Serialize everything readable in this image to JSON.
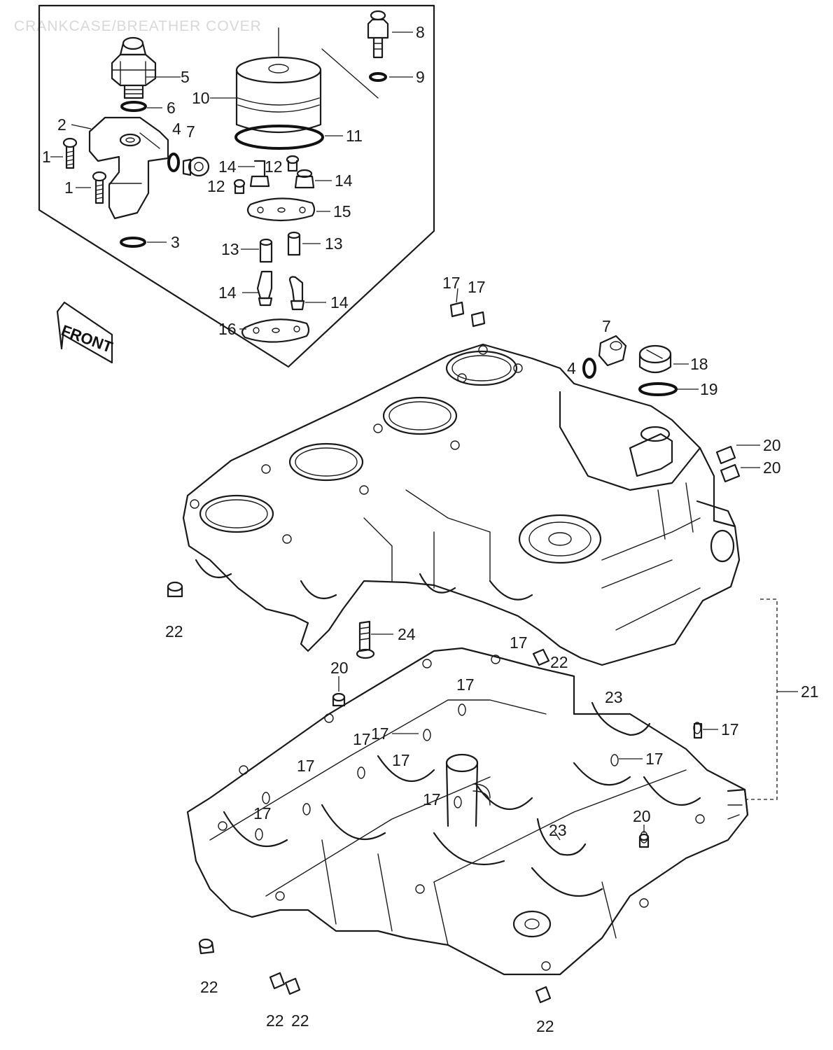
{
  "diagram": {
    "title": "CRANKCASE/BREATHER COVER",
    "front_label": "FRONT",
    "callouts": [
      {
        "id": "c1a",
        "text": "1"
      },
      {
        "id": "c1b",
        "text": "1"
      },
      {
        "id": "c2",
        "text": "2"
      },
      {
        "id": "c3",
        "text": "3"
      },
      {
        "id": "c4a",
        "text": "4"
      },
      {
        "id": "c4b",
        "text": "4"
      },
      {
        "id": "c5",
        "text": "5"
      },
      {
        "id": "c6",
        "text": "6"
      },
      {
        "id": "c7a",
        "text": "7"
      },
      {
        "id": "c7b",
        "text": "7"
      },
      {
        "id": "c8",
        "text": "8"
      },
      {
        "id": "c9",
        "text": "9"
      },
      {
        "id": "c10",
        "text": "10"
      },
      {
        "id": "c11",
        "text": "11"
      },
      {
        "id": "c12a",
        "text": "12"
      },
      {
        "id": "c12b",
        "text": "12"
      },
      {
        "id": "c13a",
        "text": "13"
      },
      {
        "id": "c13b",
        "text": "13"
      },
      {
        "id": "c14a",
        "text": "14"
      },
      {
        "id": "c14b",
        "text": "14"
      },
      {
        "id": "c14c",
        "text": "14"
      },
      {
        "id": "c14d",
        "text": "14"
      },
      {
        "id": "c15",
        "text": "15"
      },
      {
        "id": "c16",
        "text": "16"
      },
      {
        "id": "c17a",
        "text": "17"
      },
      {
        "id": "c17b",
        "text": "17"
      },
      {
        "id": "c17c",
        "text": "17"
      },
      {
        "id": "c17d",
        "text": "17"
      },
      {
        "id": "c17e",
        "text": "17"
      },
      {
        "id": "c17f",
        "text": "17"
      },
      {
        "id": "c17g",
        "text": "17"
      },
      {
        "id": "c17h",
        "text": "17"
      },
      {
        "id": "c17i",
        "text": "17"
      },
      {
        "id": "c17j",
        "text": "17"
      },
      {
        "id": "c17k",
        "text": "17"
      },
      {
        "id": "c17l",
        "text": "17"
      },
      {
        "id": "c18",
        "text": "18"
      },
      {
        "id": "c19",
        "text": "19"
      },
      {
        "id": "c20a",
        "text": "20"
      },
      {
        "id": "c20b",
        "text": "20"
      },
      {
        "id": "c20c",
        "text": "20"
      },
      {
        "id": "c20d",
        "text": "20"
      },
      {
        "id": "c21",
        "text": "21"
      },
      {
        "id": "c22a",
        "text": "22"
      },
      {
        "id": "c22b",
        "text": "22"
      },
      {
        "id": "c22c",
        "text": "22"
      },
      {
        "id": "c22d",
        "text": "22"
      },
      {
        "id": "c22e",
        "text": "22"
      },
      {
        "id": "c22f",
        "text": "22"
      },
      {
        "id": "c23a",
        "text": "23"
      },
      {
        "id": "c23b",
        "text": "23"
      },
      {
        "id": "c24",
        "text": "24"
      }
    ]
  }
}
